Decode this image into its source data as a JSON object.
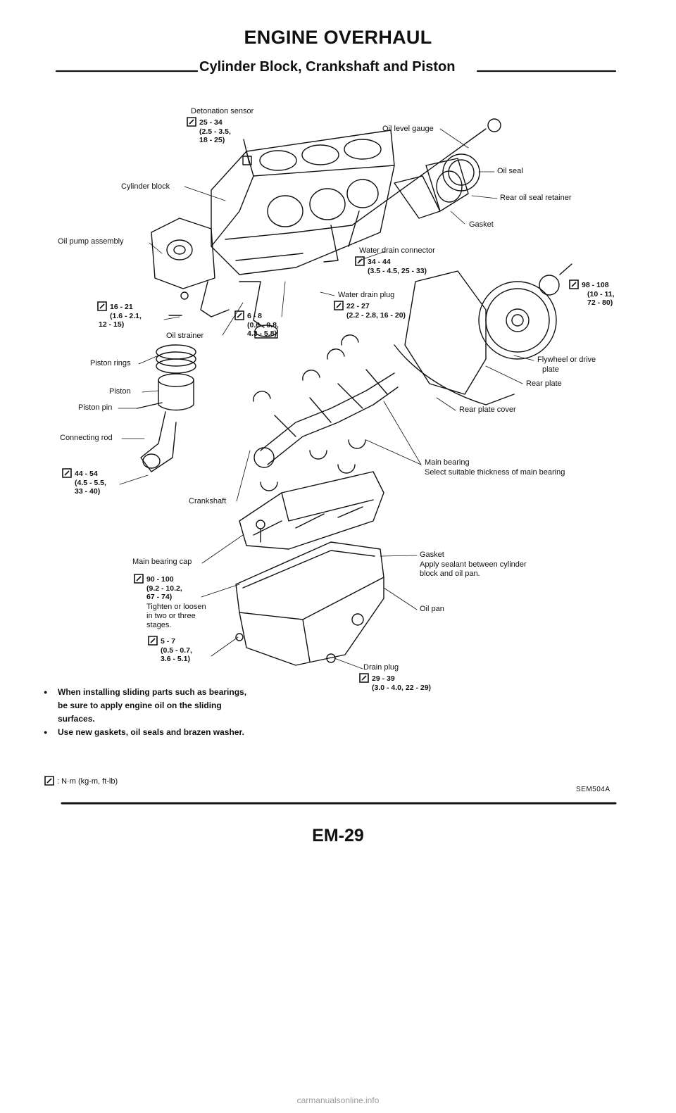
{
  "header": {
    "title": "ENGINE OVERHAUL",
    "subtitle": "Cylinder Block, Crankshaft and Piston"
  },
  "labels": {
    "detonation_sensor": "Detonation sensor",
    "oil_level_gauge": "Oil level gauge",
    "cylinder_block": "Cylinder block",
    "oil_seal": "Oil seal",
    "rear_oil_seal_retainer": "Rear oil seal retainer",
    "gasket_top": "Gasket",
    "oil_pump_assembly": "Oil pump assembly",
    "water_drain_connector": "Water drain connector",
    "water_drain_plug": "Water drain plug",
    "oil_strainer": "Oil strainer",
    "piston_rings": "Piston rings",
    "piston": "Piston",
    "piston_pin": "Piston pin",
    "connecting_rod": "Connecting rod",
    "flywheel_1": "Flywheel or drive",
    "flywheel_2": "plate",
    "rear_plate": "Rear plate",
    "rear_plate_cover": "Rear plate cover",
    "main_bearing": "Main bearing",
    "main_bearing_note": "Select suitable thickness of main bearing",
    "crankshaft": "Crankshaft",
    "main_bearing_cap": "Main bearing cap",
    "gasket_bottom": "Gasket",
    "gasket_bottom_note_1": "Apply sealant between cylinder",
    "gasket_bottom_note_2": "block and oil pan.",
    "oil_pan": "Oil pan",
    "tighten_1": "Tighten or loosen",
    "tighten_2": "in two or three",
    "tighten_3": "stages.",
    "drain_plug": "Drain plug"
  },
  "torques": {
    "detonation_sensor": [
      "25 - 34",
      "(2.5 - 3.5,",
      "18 - 25)"
    ],
    "water_drain_connector": [
      "34 - 44",
      "(3.5 - 4.5, 25 - 33)"
    ],
    "flywheel": [
      "98 - 108",
      "(10 - 11,",
      "72 - 80)"
    ],
    "oil_pump": [
      "16 - 21",
      "(1.6 - 2.1,",
      "12 - 15)"
    ],
    "oil_strainer": [
      "6 - 8",
      "(0.6 - 0.8,",
      "4.3 - 5.8)"
    ],
    "water_drain_plug": [
      "22 - 27",
      "(2.2 - 2.8, 16 - 20)"
    ],
    "connecting_rod": [
      "44 - 54",
      "(4.5 - 5.5,",
      "33 - 40)"
    ],
    "main_bearing_cap": [
      "90 - 100",
      "(9.2 - 10.2,",
      "67 - 74)"
    ],
    "oil_pan": [
      "5 - 7",
      "(0.5 - 0.7,",
      "3.6 - 5.1)"
    ],
    "drain_plug": [
      "29 - 39",
      "(3.0 - 4.0, 22 - 29)"
    ]
  },
  "notes": [
    "When installing sliding parts such as bearings, be sure to apply engine oil on the sliding surfaces.",
    "Use new gaskets, oil seals and brazen washer."
  ],
  "legend": ": N·m (kg-m, ft-lb)",
  "figure_code": "SEM504A",
  "page_number": "EM-29",
  "footer": "carmanualsonline.info",
  "colors": {
    "ink": "#111111",
    "footer": "#9a9a9a"
  }
}
